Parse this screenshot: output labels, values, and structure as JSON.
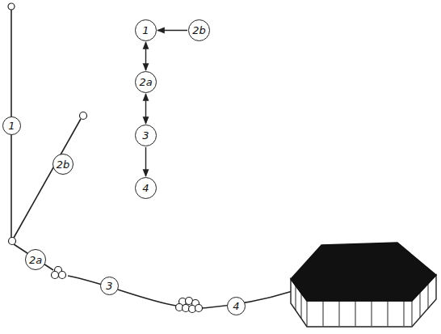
{
  "diagram": {
    "nodes": [
      {
        "text": [
          "1"
        ]
      },
      {
        "text": [
          "2b"
        ]
      },
      {
        "text": [
          "2a"
        ]
      },
      {
        "text": [
          "3"
        ]
      },
      {
        "text": [
          "4"
        ]
      },
      {
        "text": [
          "1"
        ]
      },
      {
        "text": [
          "2b"
        ]
      },
      {
        "text": [
          "2a"
        ]
      },
      {
        "text": [
          "3"
        ]
      },
      {
        "text": [
          "4"
        ]
      }
    ],
    "edges": [
      {
        "from": 6,
        "to": 5,
        "arrow": "to"
      },
      {
        "from": 5,
        "to": 7,
        "arrow": "both"
      },
      {
        "from": 7,
        "to": 8,
        "arrow": "both"
      },
      {
        "from": 8,
        "to": 9,
        "arrow": "to"
      }
    ]
  }
}
